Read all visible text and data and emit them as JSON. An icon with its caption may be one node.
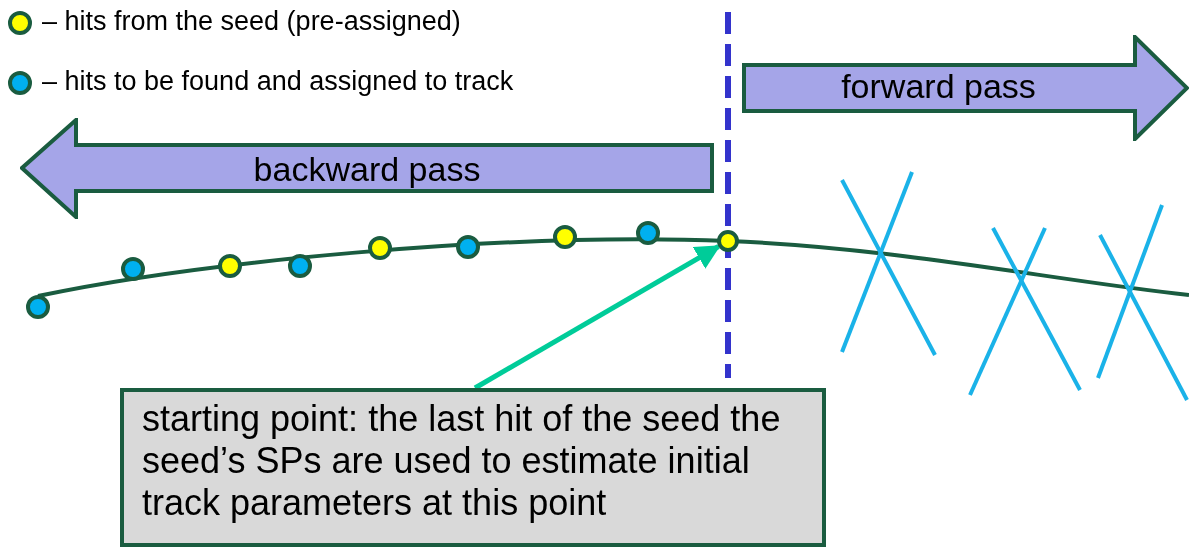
{
  "diagram": {
    "nodes": [
      {
        "text": [
          "forward pass"
        ]
      },
      {
        "text": [
          "backward pass"
        ]
      },
      {
        "text": [
          "starting point: the last hit of the seed the seed’s SPs are used to estimate initial track parameters at this point"
        ]
      },
      {
        "text": [],
        "shape": "circle"
      }
    ],
    "edges": [
      {
        "from": 2,
        "to": 3,
        "arrow": "to"
      }
    ],
    "legend": [
      {
        "text": "– hits from the seed (pre-assigned)",
        "color": "#ffff00"
      },
      {
        "text": "– hits to be found and assigned to track",
        "color": "#00b0f0"
      }
    ]
  }
}
